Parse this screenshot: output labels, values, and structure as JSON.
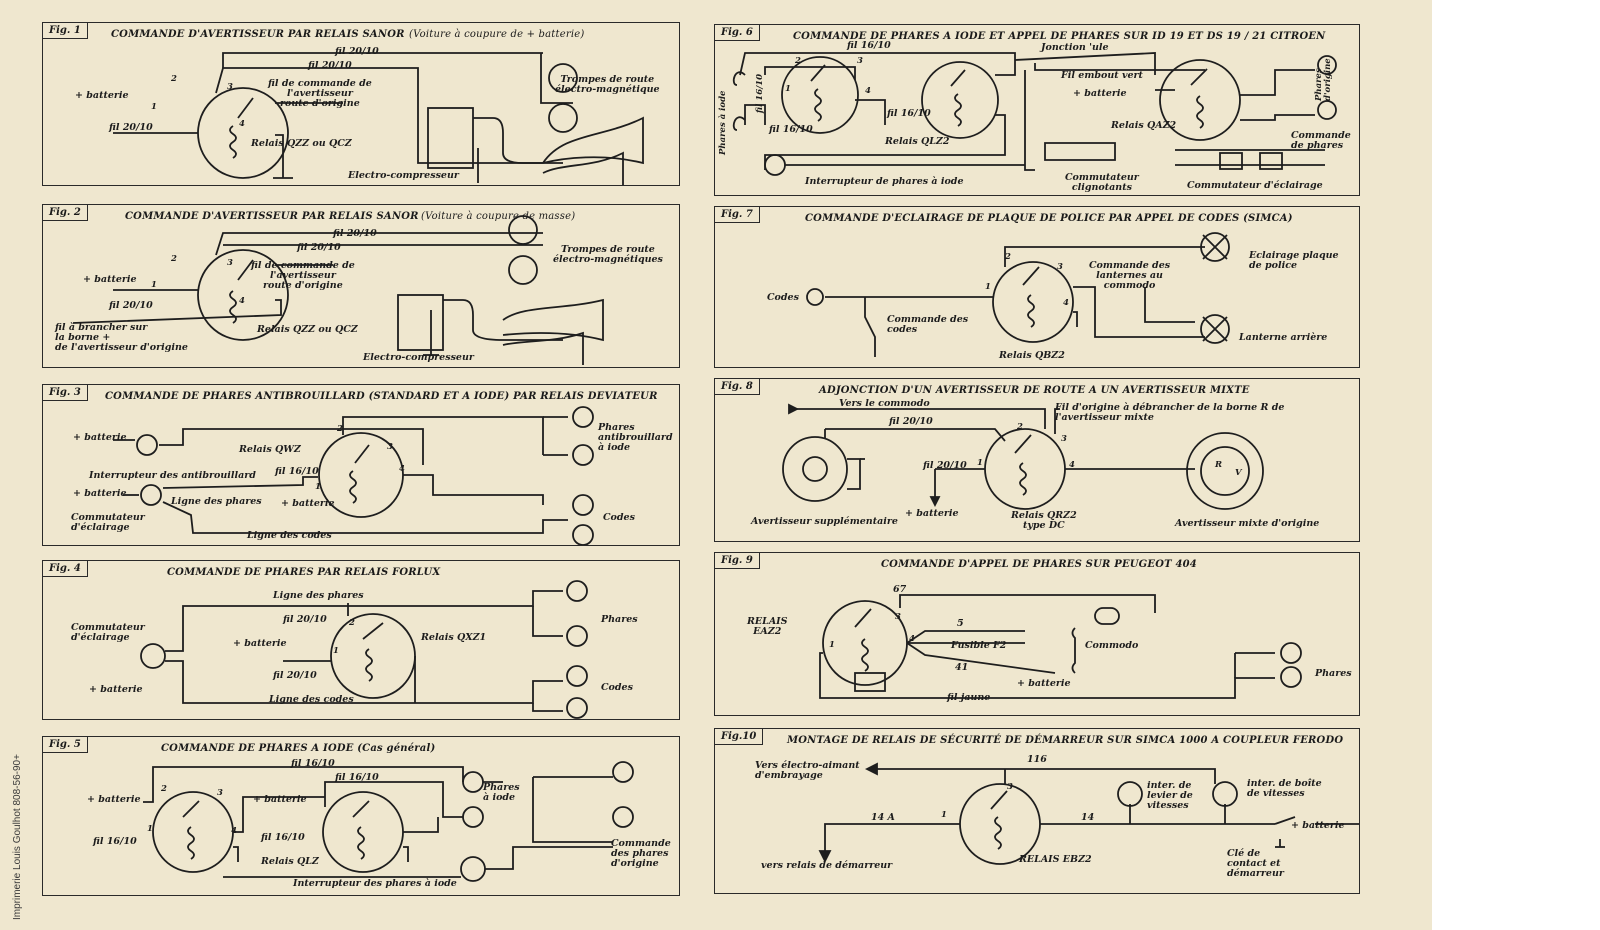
{
  "side_text": "Imprimerie Louis Goulhot 808-56-90+",
  "figures": [
    {
      "number": "Fig. 1",
      "title": "COMMANDE D'AVERTISSEUR PAR RELAIS SANOR",
      "subtitle": "(Voiture à coupure de + batterie)",
      "labels": {
        "batterie": "+ batterie",
        "fil_a": "fil 20/10",
        "fil_b": "fil 20/10",
        "fil_c": "fil 20/10",
        "fil_commande": "fil de commande de\nl'avertisseur\nroute d'origine",
        "relais": "Relais QZZ ou QCZ",
        "trompes": "Trompes de route\nélectro-magnétique",
        "compresseur": "Electro-compresseur",
        "t1": "1",
        "t2": "2",
        "t3": "3",
        "t4": "4"
      }
    },
    {
      "number": "Fig. 2",
      "title": "COMMANDE D'AVERTISSEUR PAR RELAIS SANOR",
      "subtitle": "(Voiture à coupure de masse)",
      "labels": {
        "batterie": "+ batterie",
        "fil_a": "fil 20/10",
        "fil_b": "fil 20/10",
        "fil_c": "fil 20/10",
        "fil_commande": "fil de commande de\nl'avertisseur\nroute d'origine",
        "relais": "Relais QZZ ou QCZ",
        "fil_brancher": "fil à brancher sur\nla borne +\nde l'avertisseur d'origine",
        "trompes": "Trompes de route\nélectro-magnétiques",
        "compresseur": "Electro-compresseur",
        "t1": "1",
        "t2": "2",
        "t3": "3",
        "t4": "4"
      }
    },
    {
      "number": "Fig. 3",
      "title": "COMMANDE DE PHARES ANTIBROUILLARD (STANDARD ET A IODE) PAR RELAIS DEVIATEUR",
      "labels": {
        "batterie_1": "+ batterie",
        "relais": "Relais QWZ",
        "interrupteur": "Interrupteur des antibrouillard",
        "batterie_2": "+ batterie",
        "ligne_phares": "Ligne des phares",
        "fil": "fil 16/10",
        "batterie_3": "+ batterie",
        "commutateur": "Commutateur\nd'éclairage",
        "ligne_codes": "Ligne des codes",
        "phares_ab": "Phares\nantibrouillard\nà iode",
        "codes": "Codes",
        "t1": "1",
        "t2": "2",
        "t3": "3",
        "t4": "4"
      }
    },
    {
      "number": "Fig. 4",
      "title": "COMMANDE DE PHARES PAR RELAIS FORLUX",
      "labels": {
        "ligne_phares": "Ligne des phares",
        "fil_a": "fil 20/10",
        "commutateur": "Commutateur\nd'éclairage",
        "batterie_1": "+ batterie",
        "relais": "Relais QXZ1",
        "fil_b": "fil 20/10",
        "batterie_2": "+ batterie",
        "ligne_codes": "Ligne des codes",
        "phares": "Phares",
        "codes": "Codes",
        "t1": "1",
        "t2": "2"
      }
    },
    {
      "number": "Fig. 5",
      "title": "COMMANDE DE PHARES A IODE (Cas général)",
      "labels": {
        "fil_a": "fil 16/10",
        "fil_b": "fil 16/10",
        "batterie_1": "+ batterie",
        "batterie_2": "+ batterie",
        "fil_c": "fil 16/10",
        "fil_d": "fil 16/10",
        "relais": "Relais QLZ",
        "interrupteur": "Interrupteur des phares à iode",
        "phares_iode": "Phares\nà iode",
        "commande": "Commande\ndes phares\nd'origine",
        "t1": "1",
        "t2": "2",
        "t3": "3",
        "t4": "4"
      }
    },
    {
      "number": "Fig. 6",
      "title": "COMMANDE DE PHARES A IODE ET APPEL DE PHARES SUR ID 19 ET DS 19 / 21 CITROEN",
      "labels": {
        "fil_a": "fil 16/10",
        "jonction": "Jonction 'ule",
        "phares_iode": "Phares à iode",
        "fil_b": "fil 16/10",
        "fil_c": "fil 16/10",
        "fil_d": "fil 16/10",
        "relais_qlz2": "Relais QLZ2",
        "fil_embout": "Fil embout vert",
        "batterie": "+ batterie",
        "relais_qaz2": "Relais QAZ2",
        "phares_origine": "Phares\nd'origine",
        "commande_phares": "Commande\nde phares",
        "interrupteur": "Interrupteur de phares à iode",
        "commutateur_clig": "Commutateur\nclignotants",
        "commutateur_ecl": "Commutateur d'éclairage",
        "t1": "1",
        "t2": "2",
        "t3": "3",
        "t4": "4"
      }
    },
    {
      "number": "Fig. 7",
      "title": "COMMANDE D'ECLAIRAGE DE PLAQUE DE POLICE PAR APPEL DE CODES (SIMCA)",
      "labels": {
        "codes": "Codes",
        "commande_codes": "Commande des\ncodes",
        "commande_lanternes": "Commande des\nlanternes au\ncommodo",
        "eclairage": "Eclairage plaque\nde police",
        "lanterne": "Lanterne arrière",
        "relais": "Relais QBZ2",
        "t1": "1",
        "t2": "2",
        "t3": "3",
        "t4": "4"
      }
    },
    {
      "number": "Fig. 8",
      "title": "ADJONCTION D'UN AVERTISSEUR DE ROUTE A UN AVERTISSEUR MIXTE",
      "labels": {
        "vers_commodo": "Vers le commodo",
        "fil_origine": "Fil d'origine à débrancher de la borne R de\nl'avertisseur mixte",
        "fil_a": "fil 20/10",
        "fil_b": "fil 20/10",
        "avertisseur_supp": "Avertisseur supplémentaire",
        "batterie": "+ batterie",
        "relais": "Relais QRZ2\ntype DC",
        "avertisseur_mixte": "Avertisseur mixte d'origine",
        "R": "R",
        "V": "V",
        "t1": "1",
        "t2": "2",
        "t3": "3",
        "t4": "4"
      }
    },
    {
      "number": "Fig. 9",
      "title": "COMMANDE D'APPEL DE PHARES SUR PEUGEOT 404",
      "labels": {
        "relais": "RELAIS\nEAZ2",
        "n67": "67",
        "n5": "5",
        "n41": "41",
        "fusible": "Fusible F2",
        "commodo": "Commodo",
        "batterie": "+ batterie",
        "fil_jaune": "fil jaune",
        "phares": "Phares",
        "t1": "1",
        "t3": "3",
        "t4": "4"
      }
    },
    {
      "number": "Fig.10",
      "title": "MONTAGE DE RELAIS DE SÉCURITÉ DE DÉMARREUR SUR SIMCA 1000 A COUPLEUR FERODO",
      "labels": {
        "vers_electro": "Vers électro-aimant\nd'embrayage",
        "n116": "116",
        "n14a": "14 A",
        "n14": "14",
        "inter_levier": "inter. de\nlevier de\nvitesses",
        "inter_boite": "inter. de boîte\nde vitesses",
        "batterie": "+ batterie",
        "vers_relais": "vers relais de démarreur",
        "relais": "RELAIS EBZ2",
        "cle": "Clé de\ncontact et\ndémarreur",
        "t1": "1",
        "t3": "3"
      }
    }
  ]
}
